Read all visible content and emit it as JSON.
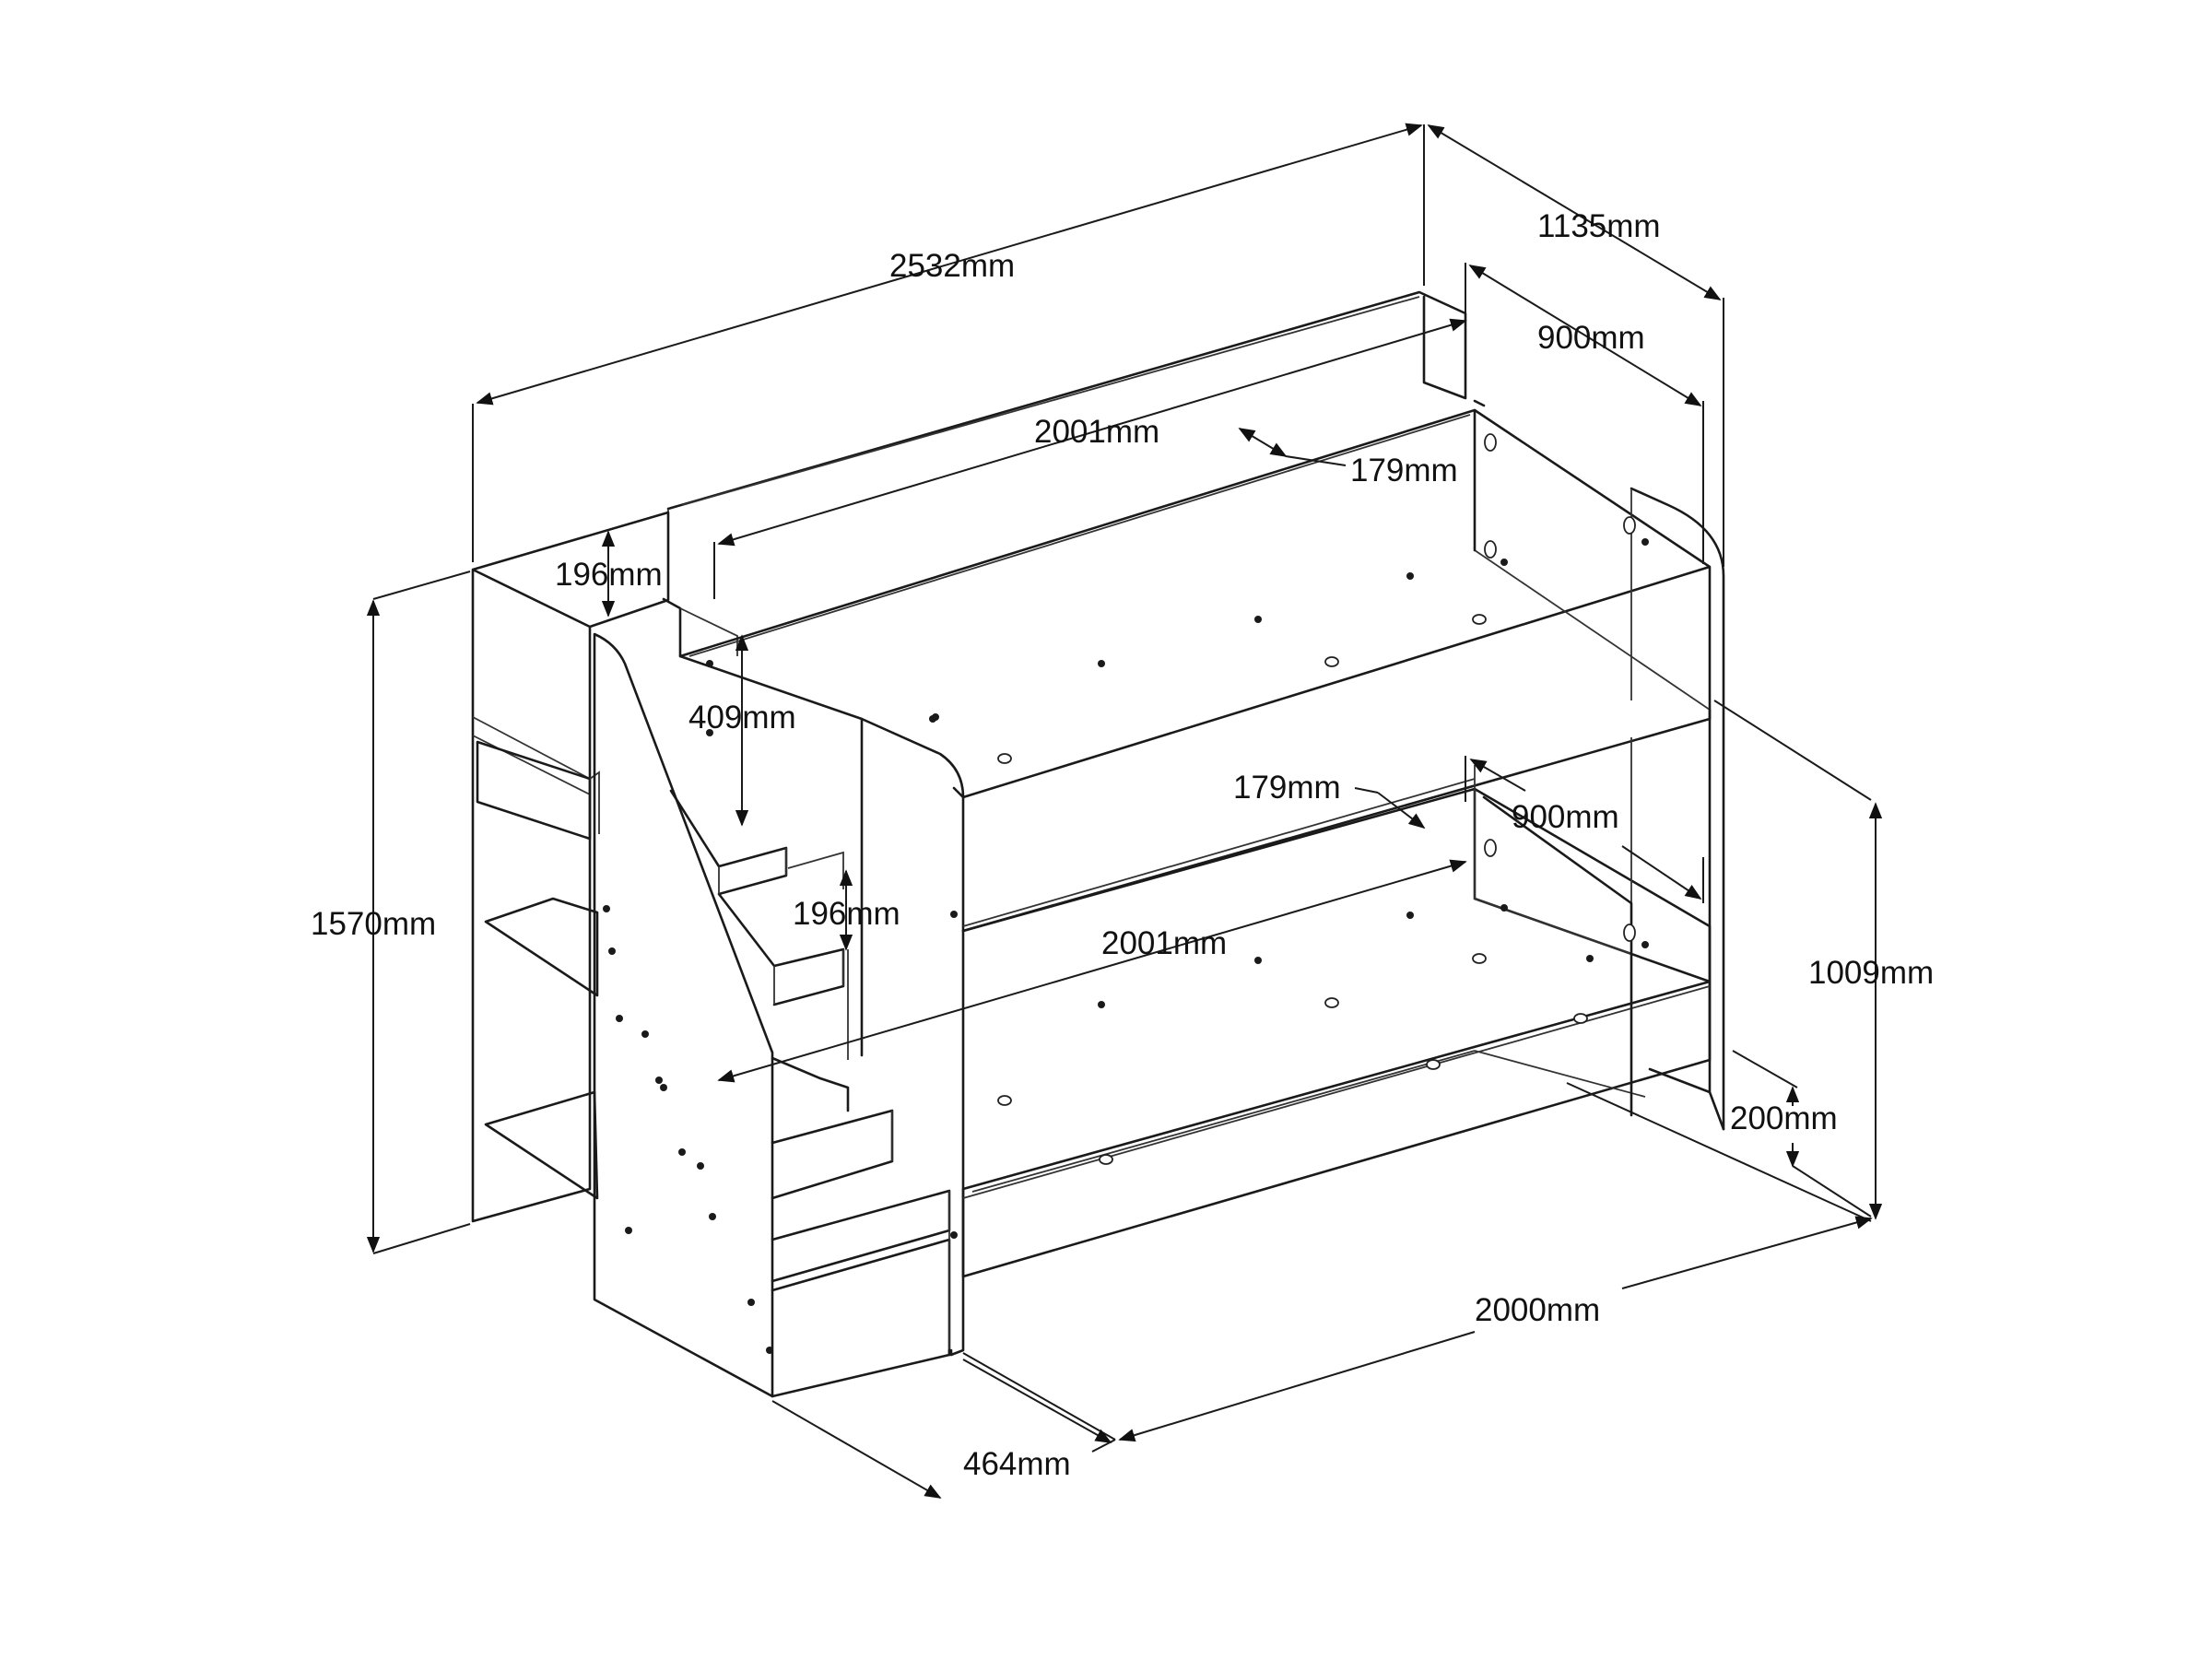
{
  "dimensions": {
    "overall_length": "2532mm",
    "overall_depth": "1135mm",
    "overall_height": "1570mm",
    "top_mattress_width": "900mm",
    "top_mattress_length": "2001mm",
    "top_rail_height": "179mm",
    "top_guard_height": "196mm",
    "top_bunk_clearance": "409mm",
    "lower_rail_height": "179mm",
    "lower_mattress_width": "900mm",
    "step_height": "196mm",
    "lower_mattress_length": "2001mm",
    "bottom_bunk_height": "1009mm",
    "floor_clearance": "200mm",
    "base_length": "2000mm",
    "staircase_depth": "464mm"
  }
}
